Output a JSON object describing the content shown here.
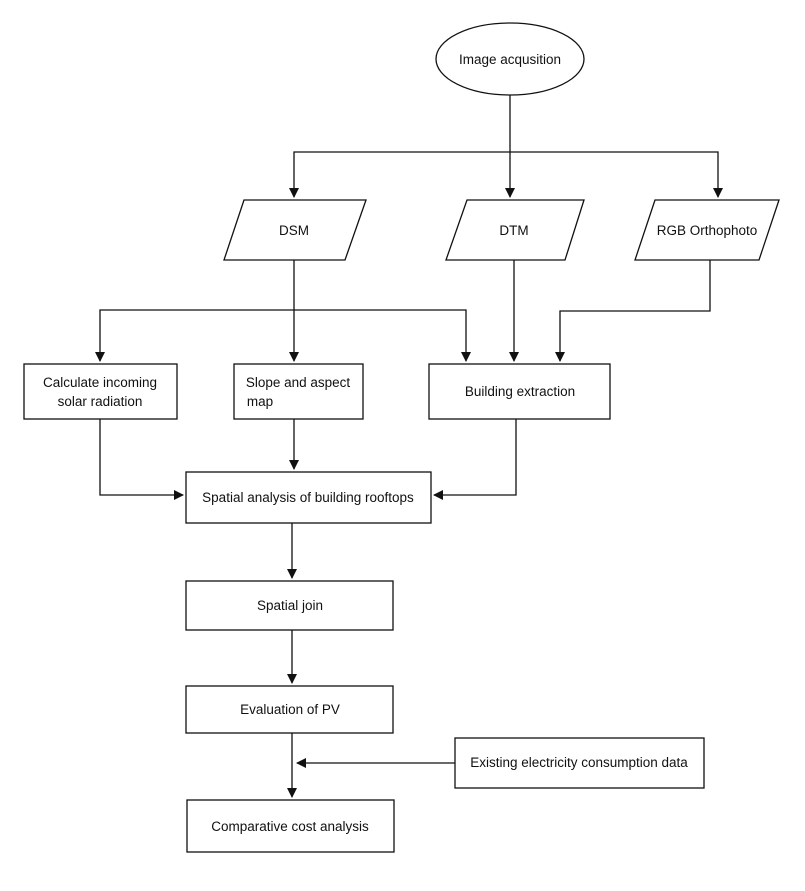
{
  "nodes": {
    "image_acquisition": {
      "label": "Image acqusition"
    },
    "dsm": {
      "label": "DSM"
    },
    "dtm": {
      "label": "DTM"
    },
    "rgb_orthophoto": {
      "label": "RGB Orthophoto"
    },
    "solar_radiation": {
      "line1": "Calculate incoming",
      "line2": "solar radiation"
    },
    "slope_aspect": {
      "line1": "Slope and aspect",
      "line2": "map"
    },
    "building_extraction": {
      "label": "Building extraction"
    },
    "spatial_analysis": {
      "label": "Spatial analysis of building rooftops"
    },
    "spatial_join": {
      "label": "Spatial join"
    },
    "evaluation_pv": {
      "label": "Evaluation of PV"
    },
    "electricity_data": {
      "label": "Existing electricity consumption data"
    },
    "cost_analysis": {
      "label": "Comparative cost analysis"
    }
  }
}
